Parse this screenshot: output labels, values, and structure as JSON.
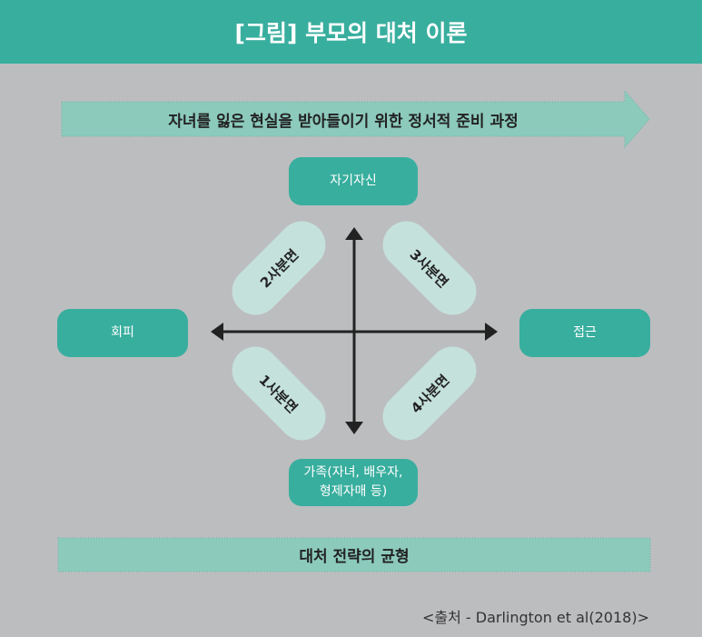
{
  "title": "[그림] 부모의 대처 이론",
  "process_arrow": "자녀를 잃은 현실을 받아들이기 위한 정서적 준비 과정",
  "axes": {
    "top": "자기자신",
    "left": "회피",
    "right": "접근",
    "bottom": "가족(자녀, 배우자, 형제자매 등)"
  },
  "quadrants": {
    "q1": "1사분면",
    "q2": "2사분면",
    "q3": "3사분면",
    "q4": "4사분면"
  },
  "balance": "대처 전략의 균형",
  "source": "<출처 - Darlington et al(2018)>",
  "colors": {
    "header": "#38ae9e",
    "band": "#8ccabc",
    "pill": "#c5e1dc",
    "background": "#bcbdbf"
  }
}
